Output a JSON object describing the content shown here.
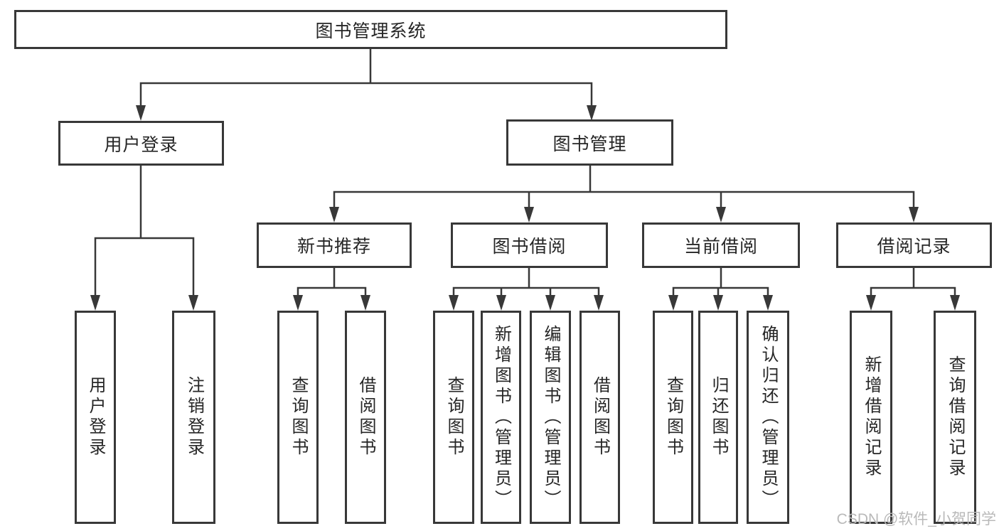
{
  "diagram": {
    "title": "图书管理系统",
    "colors": {
      "line": "#383838",
      "box_background": "#ffffff",
      "text": "#262626",
      "watermark": "#b9b9b9"
    },
    "nodes": {
      "root": {
        "label": "图书管理系统"
      },
      "level2": [
        {
          "label": "用户登录"
        },
        {
          "label": "图书管理"
        }
      ],
      "level3": [
        {
          "label": "新书推荐",
          "parent": "图书管理"
        },
        {
          "label": "图书借阅",
          "parent": "图书管理"
        },
        {
          "label": "当前借阅",
          "parent": "图书管理"
        },
        {
          "label": "借阅记录",
          "parent": "图书管理"
        }
      ],
      "level4": [
        {
          "label": "用户登录",
          "parent": "用户登录"
        },
        {
          "label": "注销登录",
          "parent": "用户登录"
        },
        {
          "label": "查询图书",
          "parent": "新书推荐"
        },
        {
          "label": "借阅图书",
          "parent": "新书推荐"
        },
        {
          "label": "查询图书",
          "parent": "图书借阅"
        },
        {
          "label": "新增图书（管理员）",
          "parent": "图书借阅"
        },
        {
          "label": "编辑图书（管理员）",
          "parent": "图书借阅"
        },
        {
          "label": "借阅图书",
          "parent": "图书借阅"
        },
        {
          "label": "查询图书",
          "parent": "当前借阅"
        },
        {
          "label": "归还图书",
          "parent": "当前借阅"
        },
        {
          "label": "确认归还（管理员）",
          "parent": "当前借阅"
        },
        {
          "label": "新增借阅记录",
          "parent": "借阅记录"
        },
        {
          "label": "查询借阅记录",
          "parent": "借阅记录"
        }
      ]
    },
    "watermark": "CSDN @软件_小贺同学"
  }
}
